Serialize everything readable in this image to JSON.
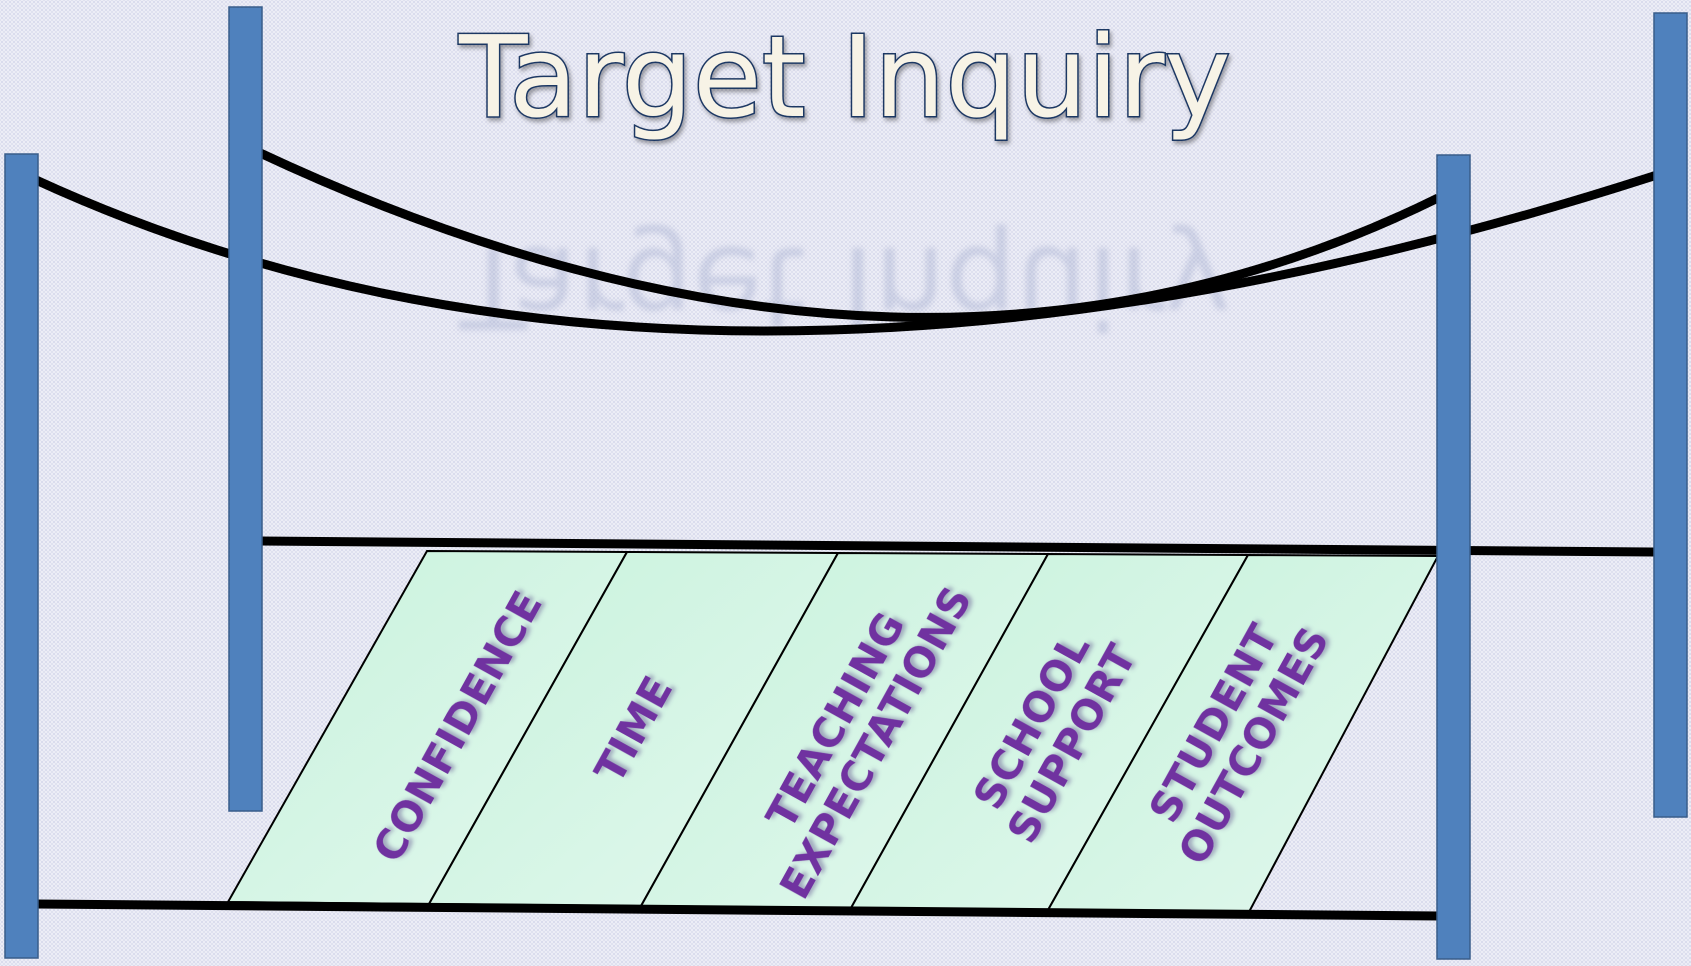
{
  "title": "Target Inquiry",
  "planks": [
    {
      "label_lines": [
        "CONFIDENCE"
      ]
    },
    {
      "label_lines": [
        "TIME"
      ]
    },
    {
      "label_lines": [
        "TEACHING",
        "EXPECTATIONS"
      ]
    },
    {
      "label_lines": [
        "SCHOOL",
        "SUPPORT"
      ]
    },
    {
      "label_lines": [
        "STUDENT",
        "OUTCOMES"
      ]
    }
  ],
  "colors": {
    "post": "#4f81bd",
    "plank_fill": "#d3f5e4",
    "label_text": "#7030a0",
    "title_fill": "#f7f3e6",
    "title_outline": "#1f3864",
    "rope": "#000000"
  }
}
